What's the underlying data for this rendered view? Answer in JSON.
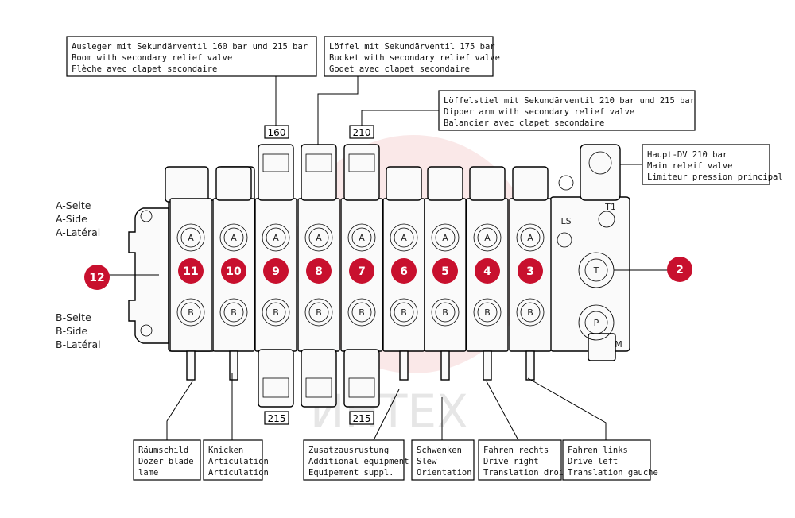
{
  "watermark": "ИНТЕХ",
  "callouts": {
    "boom": [
      "Ausleger mit Sekundärventil 160 bar und 215 bar",
      "Boom with secondary relief valve",
      "Flèche avec clapet secondaire"
    ],
    "bucket": [
      "Löffel mit Sekundärventil 175 bar",
      "Bucket with secondary relief valve",
      "Godet avec clapet secondaire"
    ],
    "dipper": [
      "Löffelstiel mit Sekundärventil 210 bar und 215 bar",
      "Dipper arm with secondary relief valve",
      "Balancier avec clapet secondaire"
    ],
    "main_relief": [
      "Haupt-DV 210 bar",
      "Main releif valve",
      "Limiteur pression principal"
    ]
  },
  "pressure_tags": {
    "top_1": "160",
    "top_2": "210",
    "bottom_1": "215",
    "bottom_2": "215"
  },
  "side_labels": {
    "a_side": [
      "A-Seite",
      "A-Side",
      "A-Latéral"
    ],
    "b_side": [
      "B-Seite",
      "B-Side",
      "B-Latéral"
    ]
  },
  "ports": {
    "a": "A",
    "b": "B",
    "t": "T",
    "p": "P",
    "ls": "LS",
    "t1": "T1",
    "m": "M"
  },
  "sections": [
    "11",
    "10",
    "9",
    "8",
    "7",
    "6",
    "5",
    "4",
    "3"
  ],
  "markers": {
    "left": "12",
    "right": "2"
  },
  "bottom_labels": {
    "dozer": [
      "Räumschild",
      "Dozer blade",
      "lame"
    ],
    "articulation": [
      "Knicken",
      "Articulation",
      "Articulation"
    ],
    "additional": [
      "Zusatzausrustung",
      "Additional equipment",
      "Equipement suppl."
    ],
    "slew": [
      "Schwenken",
      "Slew",
      "Orientation"
    ],
    "drive_right": [
      "Fahren rechts",
      "Drive right",
      "Translation droite"
    ],
    "drive_left": [
      "Fahren links",
      "Drive left",
      "Translation gauche"
    ]
  },
  "colors": {
    "marker": "#c8102e",
    "line": "#000000",
    "watermark_gear": "#f2c9c9"
  }
}
